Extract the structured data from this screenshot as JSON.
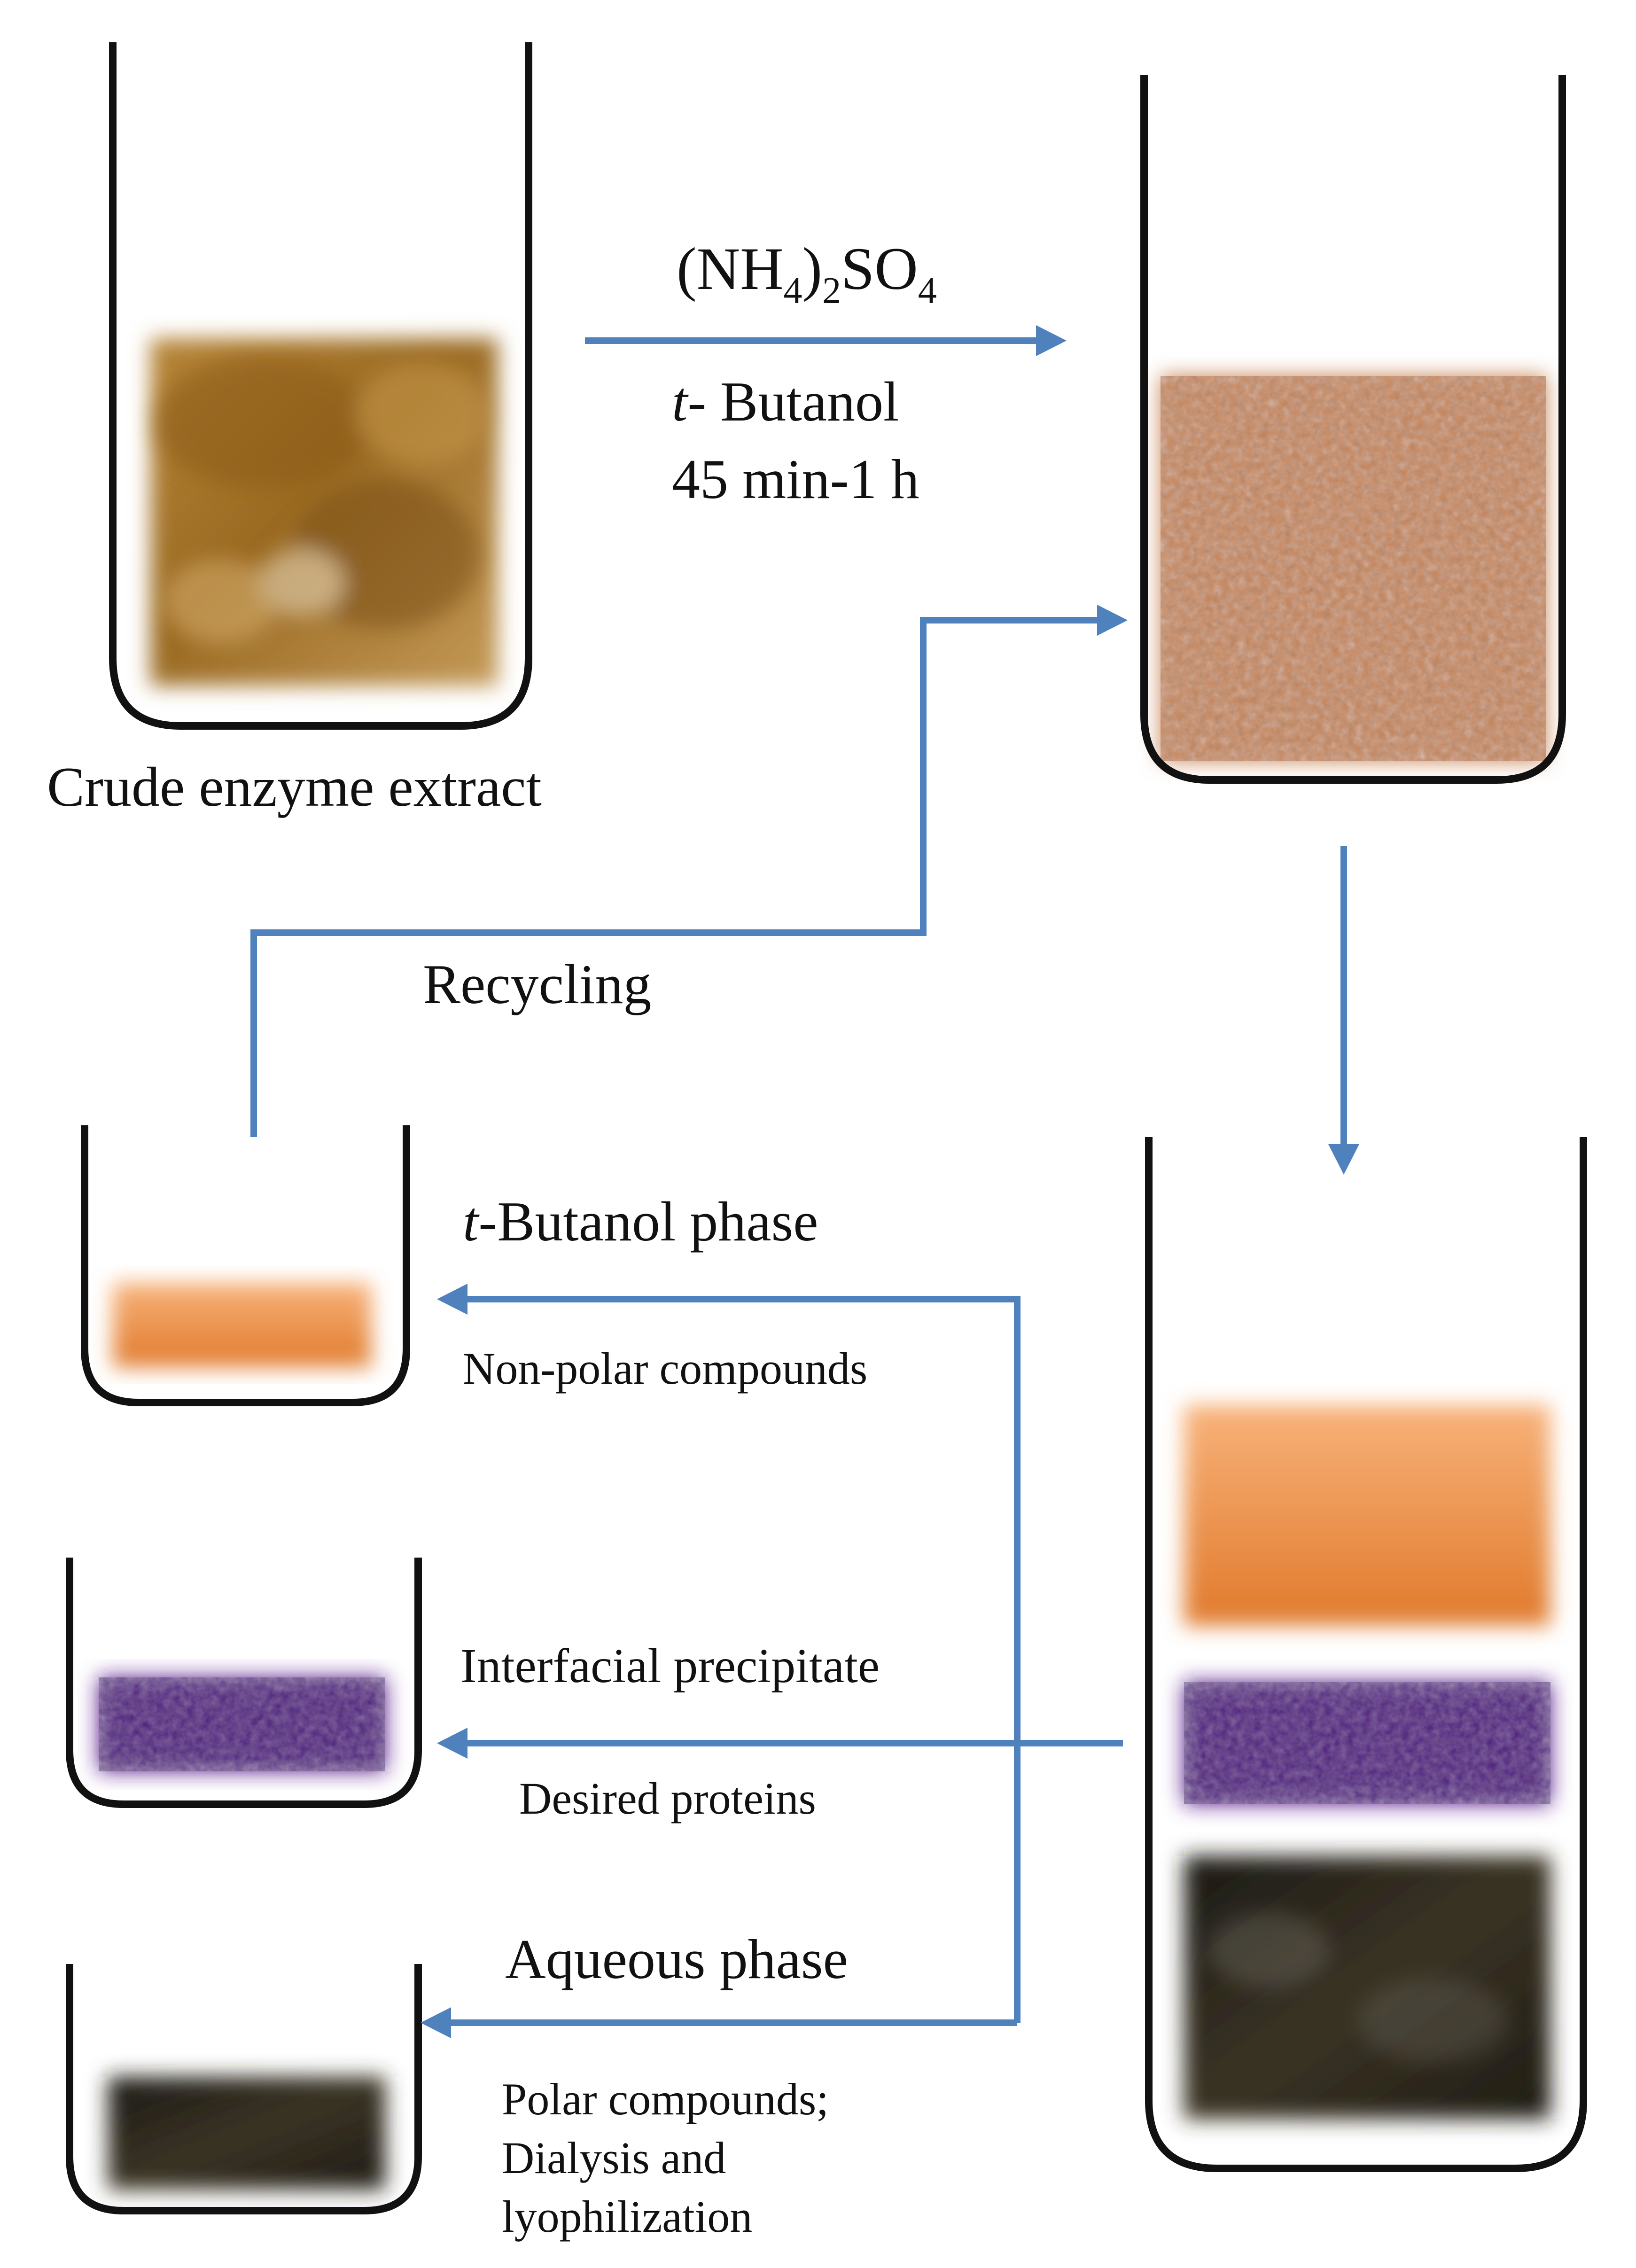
{
  "labels": {
    "reagent_salt": {
      "open": "(NH",
      "sub1": "4",
      "mid": ")",
      "sub2": "2",
      "so": "SO",
      "sub3": "4"
    },
    "reagent_solvent_italic": "t",
    "reagent_solvent_rest": "- Butanol",
    "reaction_time": "45 min-1 h",
    "crude": "Crude enzyme extract",
    "recycling": "Recycling",
    "butanol_phase_italic": "t",
    "butanol_phase_rest": "-Butanol phase",
    "nonpolar": "Non-polar compounds",
    "interfacial": "Interfacial precipitate",
    "desired": "Desired proteins",
    "aqueous": "Aqueous phase",
    "polar_line1": "Polar compounds;",
    "polar_line2": "Dialysis and",
    "polar_line3": "lyophilization"
  },
  "colors": {
    "arrow": "#4f81bd",
    "tube_outline": "#111111",
    "crude_extract": "#b5822d",
    "mixture": "#c8875a",
    "butanol_layer": "#f08a3c",
    "precipitate_layer": "#5a1f8e",
    "aqueous_layer": "#2a2419"
  }
}
